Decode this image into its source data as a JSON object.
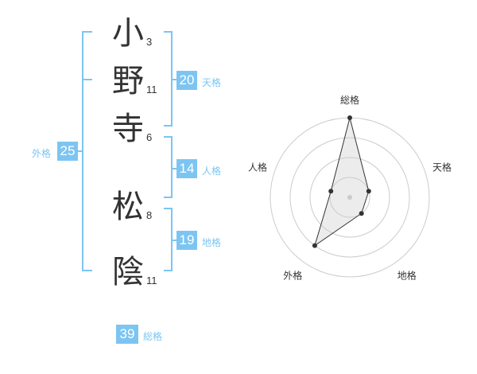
{
  "name": {
    "characters": [
      {
        "char": "小",
        "strokes": "3"
      },
      {
        "char": "野",
        "strokes": "11"
      },
      {
        "char": "寺",
        "strokes": "6"
      },
      {
        "char": "松",
        "strokes": "8"
      },
      {
        "char": "陰",
        "strokes": "11"
      }
    ]
  },
  "fortune": {
    "tenkaku": {
      "value": "20",
      "label": "天格"
    },
    "jinkaku": {
      "value": "14",
      "label": "人格"
    },
    "chikaku": {
      "value": "19",
      "label": "地格"
    },
    "gaikaku": {
      "value": "25",
      "label": "外格"
    },
    "soukaku": {
      "value": "39",
      "label": "総格"
    }
  },
  "colors": {
    "accent": "#7cc5f2",
    "text": "#333333",
    "grid": "#cccccc"
  },
  "chart_data": {
    "type": "radar",
    "axes": [
      "総格",
      "天格",
      "地格",
      "外格",
      "人格"
    ],
    "values": [
      4,
      1,
      1,
      3,
      1
    ],
    "rings": 4,
    "max": 4
  }
}
